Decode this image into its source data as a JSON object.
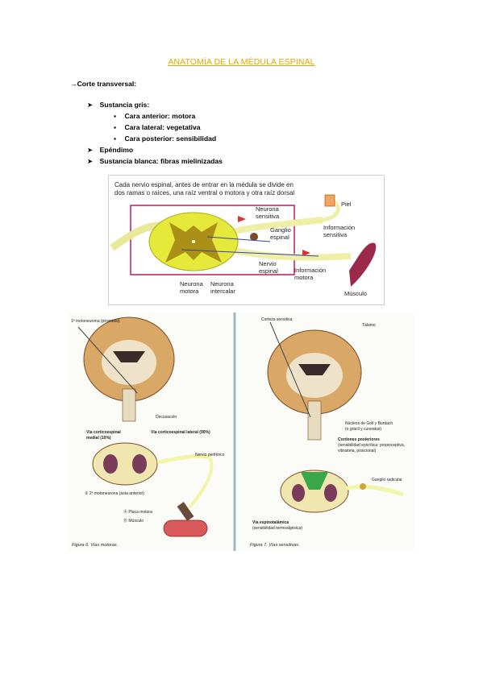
{
  "title": "ANATOMÍA DE LA MÉDULA ESPINAL",
  "corte": {
    "bullet": "→",
    "label": "Corte transversal:"
  },
  "gris": {
    "bullet": "➤",
    "label": "Sustancia gris:"
  },
  "caras": [
    {
      "bullet": "▪",
      "label": "Cara anterior: motora"
    },
    {
      "bullet": "▪",
      "label": "Cara lateral: vegetativa"
    },
    {
      "bullet": "▪",
      "label": "Cara posterior: sensibilidad"
    }
  ],
  "ependimo": {
    "bullet": "➤",
    "label": "Epéndimo"
  },
  "blanca": {
    "bullet": "➤",
    "label": "Sustancia blanca: fibras mielinizadas"
  },
  "fig1": {
    "caption1": "Cada nervio espinal, antes de entrar en la médula se divide en",
    "caption2": "dos ramas o raíces, una raíz ventral o motora y otra raíz dorsal",
    "piel": "Piel",
    "neurona_sensitiva_1": "Neurona",
    "neurona_sensitiva_2": "sensitiva",
    "ganglio_1": "Ganglio",
    "ganglio_2": "espinal",
    "info_sens_1": "Información",
    "info_sens_2": "sensitiva",
    "nervio_1": "Nervio",
    "nervio_2": "espinal",
    "info_mot_1": "Información",
    "info_mot_2": "motora",
    "neurona_motora_1": "Neurona",
    "neurona_motora_2": "motora",
    "neurona_inter_1": "Neurona",
    "neurona_inter_2": "intercalar",
    "musculo": "Músculo"
  },
  "fig2": {
    "primera": "1ª motoneurona (piramidal)",
    "decusacion": "Decusación",
    "cortico_medial_1": "Vía corticoespinal",
    "cortico_medial_2": "medial (10%)",
    "cortico_lateral": "Vía corticoespinal lateral (90%)",
    "nervio_periferico": "Nervio periférico",
    "segunda": "② 2ª motoneurona (asta anterior)",
    "placa": "Ⓐ Placa motora",
    "musculo": "Ⓑ Músculo",
    "caption": "Figura 6. Vías motoras."
  },
  "fig3": {
    "corteza": "Corteza sensitiva",
    "talamo": "Tálamo",
    "nucleos_1": "Núcleos de Goll y Burdach",
    "nucleos_2": "(o grácil y cuneatus)",
    "cordones_1": "Cordones posteriores",
    "cordones_2": "(sensibilidad epicrítica: propioceptiva,",
    "cordones_3": "vibratoria, posicional)",
    "ganglio": "Ganglio radicular",
    "espino_1": "Vía espinotalámica",
    "espino_2": "(sensibilidad termoalgésica)",
    "caption": "Figura 7.   Vías sensitivas."
  },
  "colors": {
    "title": "#e0a800",
    "cord": "#e4e93a",
    "gray": "#a08010",
    "nerve": "#f3f5a8",
    "muscle": "#9b2a4a",
    "green": "#3aa84a"
  }
}
